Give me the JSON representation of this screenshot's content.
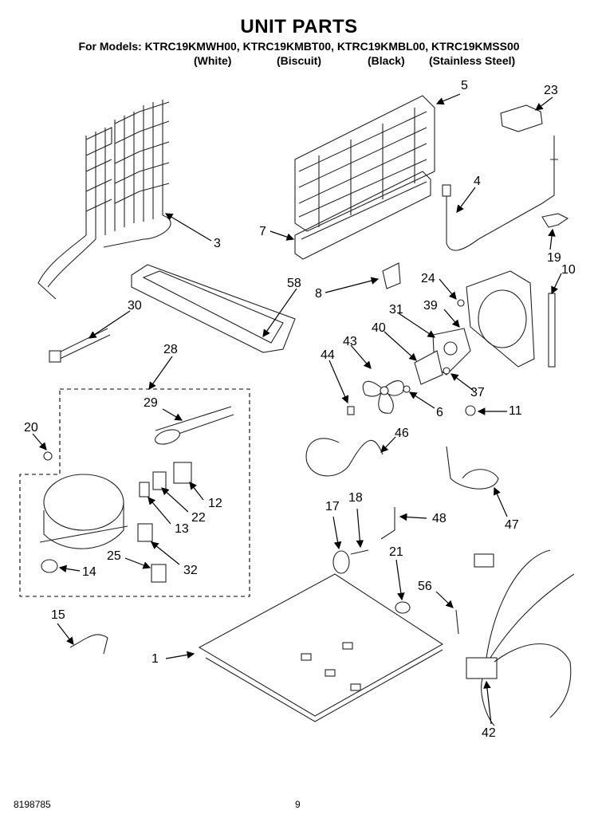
{
  "title": "UNIT PARTS",
  "models_line": "For Models: KTRC19KMWH00, KTRC19KMBT00, KTRC19KMBL00, KTRC19KMSS00",
  "variants": [
    "(White)",
    "(Biscuit)",
    "(Black)",
    "(Stainless Steel)"
  ],
  "footer": {
    "doc_number": "8198785",
    "page_number": "9"
  },
  "callouts": {
    "c1": "1",
    "c3": "3",
    "c4": "4",
    "c5": "5",
    "c6": "6",
    "c7": "7",
    "c8": "8",
    "c10": "10",
    "c11": "11",
    "c12": "12",
    "c13": "13",
    "c14": "14",
    "c15": "15",
    "c17": "17",
    "c18": "18",
    "c19": "19",
    "c20": "20",
    "c21": "21",
    "c22": "22",
    "c23": "23",
    "c24": "24",
    "c25": "25",
    "c28": "28",
    "c29": "29",
    "c30": "30",
    "c31": "31",
    "c32": "32",
    "c37": "37",
    "c39": "39",
    "c40": "40",
    "c42": "42",
    "c43": "43",
    "c44": "44",
    "c46": "46",
    "c47": "47",
    "c48": "48",
    "c56": "56",
    "c58": "58"
  }
}
